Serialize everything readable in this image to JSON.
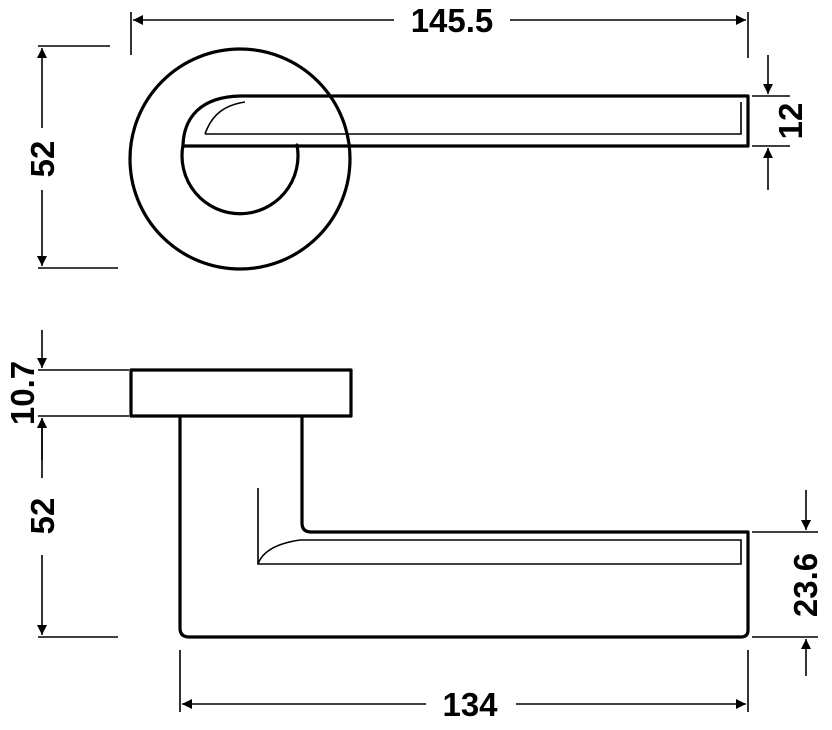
{
  "title": "",
  "top_view": {
    "overall_length": "145.5",
    "rose_diameter": "52",
    "lever_thickness": "12"
  },
  "side_view": {
    "rose_height": "10.7",
    "projection": "52",
    "lever_length": "134",
    "lever_grip_height": "23.6"
  },
  "colors": {
    "line": "#000000",
    "background": "#ffffff"
  }
}
